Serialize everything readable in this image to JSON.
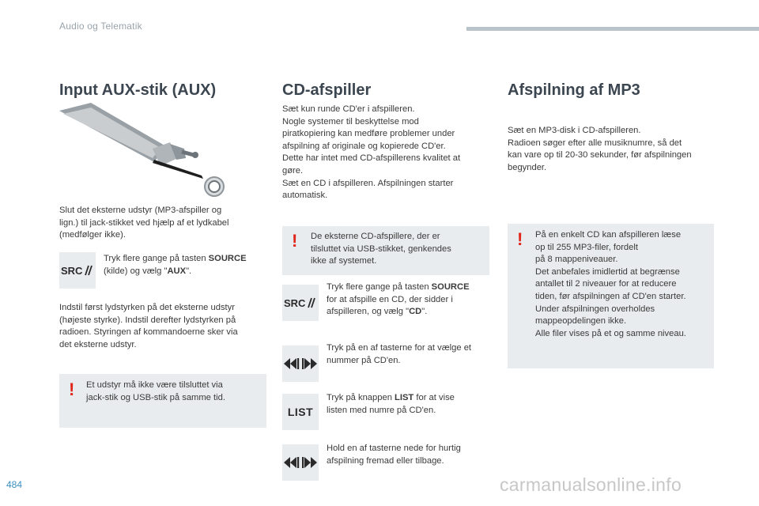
{
  "header": {
    "section": "Audio og Telematik"
  },
  "page_number": "484",
  "watermark": "carmanualsonline.info",
  "aux": {
    "title": "Input AUX-stik (AUX)",
    "intro": "Slut det eksterne udstyr (MP3-afspiller og\nlign.) til jack-stikket ved hjælp af et lydkabel\n(medfølger ikke).",
    "step1": {
      "pre": "Tryk flere gange på tasten ",
      "key": "SOURCE",
      "mid": "\n(kilde) og vælg \"",
      "val": "AUX",
      "post": "\"."
    },
    "body": "Indstil først lydstyrken på det eksterne udstyr\n(højeste styrke). Indstil derefter lydstyrken på\nradioen. Styringen af kommandoerne sker via\ndet eksterne udstyr.",
    "warning": "Et udstyr må ikke være tilsluttet via\njack-stik og USB-stik på samme tid."
  },
  "cd": {
    "title": "CD-afspiller",
    "intro": "Sæt kun runde CD'er i afspilleren.\nNogle systemer til beskyttelse mod\npiratkopiering kan medføre problemer under\nafspilning af originale og kopierede CD'er.\nDette har intet med CD-afspillerens kvalitet at\ngøre.\nSæt en CD i afspilleren. Afspilningen starter\nautomatisk.",
    "warning": "De eksterne CD-afspillere, der er\ntilsluttet via USB-stikket, genkendes\nikke af systemet.",
    "step_source": {
      "pre": "Tryk flere gange på tasten ",
      "key": "SOURCE",
      "mid": "\nfor at afspille en CD, der sidder i\nafspilleren, og vælg \"",
      "val": "CD",
      "post": "\"."
    },
    "step_track": "Tryk på en af tasterne for at vælge et\nnummer på CD'en.",
    "step_list": {
      "pre": "Tryk på knappen ",
      "key": "LIST",
      "post": " for at vise\nlisten med numre på CD'en."
    },
    "step_fast": "Hold en af tasterne nede for hurtig\nafspilning fremad eller tilbage.",
    "list_label": "LIST"
  },
  "mp3": {
    "title": "Afspilning af MP3",
    "intro": "Sæt en MP3-disk i CD-afspilleren.\nRadioen søger efter alle musiknumre, så det\nkan vare op til 20-30 sekunder, før afspilningen\nbegynder.",
    "warning": "På en enkelt CD kan afspilleren læse\nop til 255 MP3-filer, fordelt\npå 8 mappeniveauer.\nDet anbefales imidlertid at begrænse\nantallet til 2 niveauer for at reducere\ntiden, før afspilningen af CD'en starter.\nUnder afspilningen overholdes\nmappeopdelingen ikke.\nAlle filer vises på et og samme niveau."
  },
  "warning_symbol": "!",
  "colors": {
    "accent_red": "#e0251b",
    "panel_grey": "#e9ecee",
    "title": "#3c4650",
    "page_blue": "#3a8fc2"
  }
}
